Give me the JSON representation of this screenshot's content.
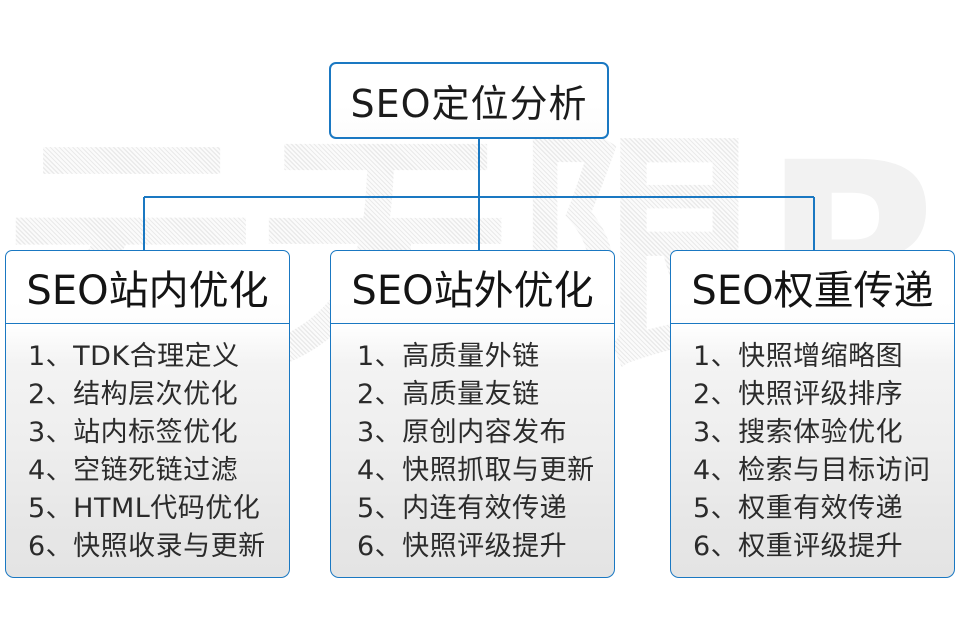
{
  "diagram": {
    "title": "SEO定位分析",
    "watermark": {
      "text": "云无限",
      "mark": "R"
    },
    "accent_color": "#1a78c2",
    "text_color": "#1b1b1b",
    "list_text_color": "#2b2b2b",
    "columns": [
      {
        "heading": "SEO站内优化",
        "items": [
          "1、TDK合理定义",
          "2、结构层次优化",
          "3、站内标签优化",
          "4、空链死链过滤",
          "5、HTML代码优化",
          "6、快照收录与更新"
        ]
      },
      {
        "heading": "SEO站外优化",
        "items": [
          "1、高质量外链",
          "2、高质量友链",
          "3、原创内容发布",
          "4、快照抓取与更新",
          "5、内连有效传递",
          "6、快照评级提升"
        ]
      },
      {
        "heading": "SEO权重传递",
        "items": [
          "1、快照增缩略图",
          "2、快照评级排序",
          "3、搜索体验优化",
          "4、检索与目标访问",
          "5、权重有效传递",
          "6、权重评级提升"
        ]
      }
    ]
  }
}
